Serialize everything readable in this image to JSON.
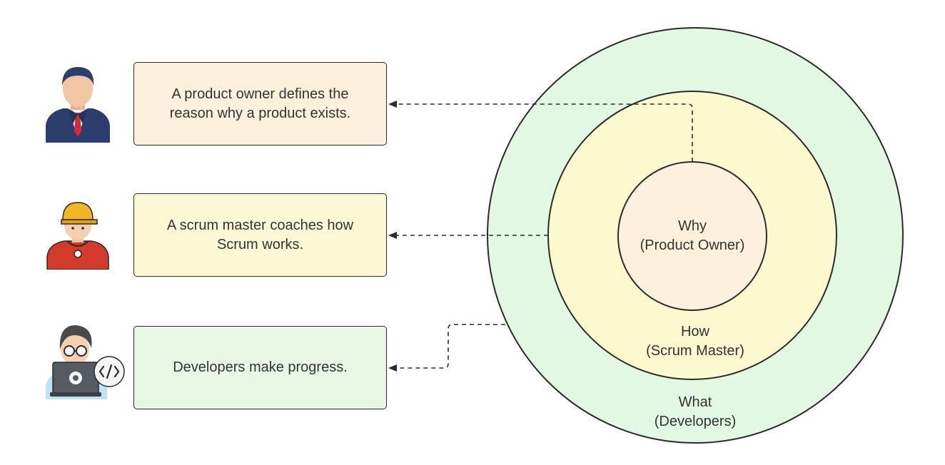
{
  "boxes": {
    "product_owner": "A product owner defines the reason why a product exists.",
    "scrum_master": "A scrum master coaches how Scrum works.",
    "developers": "Developers make progress."
  },
  "circles": {
    "inner": {
      "line1": "Why",
      "line2": "(Product Owner)"
    },
    "middle": {
      "line1": "How",
      "line2": "(Scrum Master)"
    },
    "outer": {
      "line1": "What",
      "line2": "(Developers)"
    }
  },
  "icons": {
    "product_owner": "businessman-icon",
    "scrum_master": "coach-with-whistle-icon",
    "developer": "developer-with-laptop-icon"
  },
  "colors": {
    "outer_circle": "#e3f8e2",
    "middle_circle": "#fdf9cf",
    "inner_circle": "#fdf0dc",
    "stroke": "#2b2b2b"
  }
}
